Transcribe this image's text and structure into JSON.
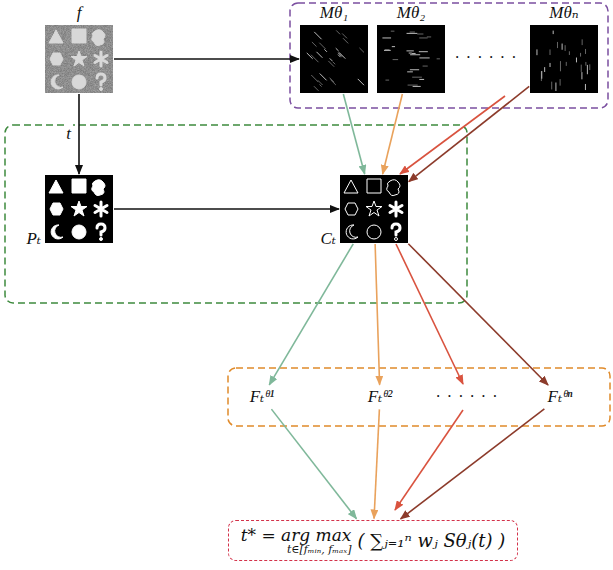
{
  "diagram": {
    "nodes": [
      {
        "text": [
          "f"
        ]
      },
      {
        "text": [
          "Mθ₁"
        ]
      },
      {
        "text": [
          "Mθ₂"
        ]
      },
      {
        "text": [
          "Mθₙ"
        ]
      },
      {
        "text": [
          "Pₜ"
        ]
      },
      {
        "text": [
          "Cₜ"
        ]
      },
      {
        "text": [
          "Fₜᶿ¹"
        ]
      },
      {
        "text": [
          "Fₜᶿ²"
        ]
      },
      {
        "text": [
          "Fₜᶿⁿ"
        ]
      },
      {
        "text": [
          "t* = arg max",
          "t∈[fₘᵢₙ, fₘₐₓ]",
          "( ∑ⱼ₌₁ⁿ wⱼ Sθⱼ(t) )"
        ]
      }
    ],
    "edges": [
      {
        "from": 0,
        "to": 1,
        "arrow": "to"
      },
      {
        "from": 0,
        "to": 4,
        "arrow": "to",
        "label": "t"
      },
      {
        "from": 4,
        "to": 5,
        "arrow": "to"
      },
      {
        "from": 1,
        "to": 5,
        "arrow": "to"
      },
      {
        "from": 2,
        "to": 5,
        "arrow": "to"
      },
      {
        "from": 3,
        "to": 5,
        "arrow": "to"
      },
      {
        "from": 5,
        "to": 6,
        "arrow": "to"
      },
      {
        "from": 5,
        "to": 7,
        "arrow": "to"
      },
      {
        "from": 5,
        "to": 8,
        "arrow": "to"
      },
      {
        "from": 6,
        "to": 9,
        "arrow": "to"
      },
      {
        "from": 7,
        "to": 9,
        "arrow": "to"
      },
      {
        "from": 8,
        "to": 9,
        "arrow": "to"
      }
    ],
    "labels": [
      "· · · · · ·",
      "· · · · · ·"
    ]
  }
}
